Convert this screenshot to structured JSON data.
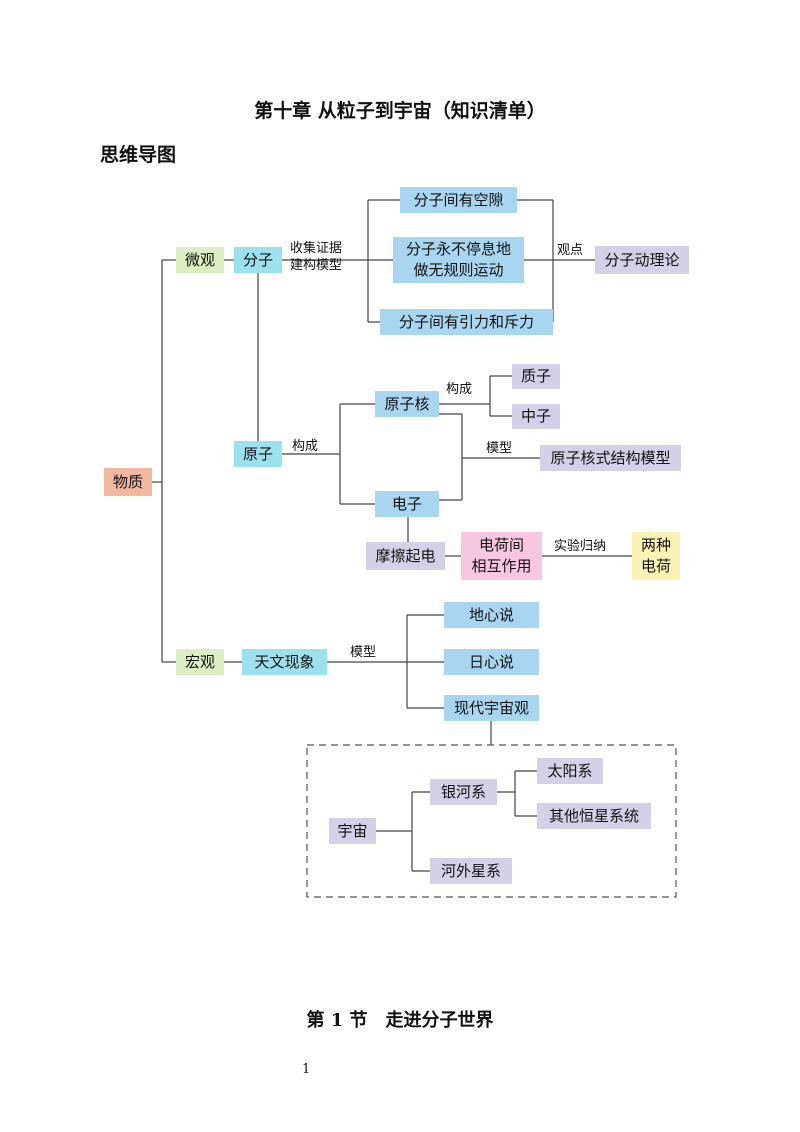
{
  "page": {
    "title": "第十章 从粒子到宇宙（知识清单）",
    "subtitle": "思维导图",
    "section_title": "第 1 节　走进分子世界",
    "page_number": "1"
  },
  "nodes": {
    "matter": "物质",
    "micro": "微观",
    "macro": "宏观",
    "molecule": "分子",
    "atom": "原子",
    "gap": "分子间有空隙",
    "motion": "分子永不停息地\n做无规则运动",
    "force": "分子间有引力和斥力",
    "kinetic_theory": "分子动理论",
    "nucleus": "原子核",
    "proton": "质子",
    "neutron": "中子",
    "nuclear_model": "原子核式结构模型",
    "electron": "电子",
    "friction": "摩擦起电",
    "charge_interaction": "电荷间\n相互作用",
    "two_charges": "两种\n电荷",
    "astronomy": "天文现象",
    "geocentric": "地心说",
    "heliocentric": "日心说",
    "modern_universe": "现代宇宙观",
    "universe": "宇宙",
    "milky_way": "银河系",
    "solar_system": "太阳系",
    "other_stars": "其他恒星系统",
    "extragalactic": "河外星系"
  },
  "labels": {
    "evidence": "收集证据\n建构模型",
    "viewpoint": "观点",
    "compose_1": "构成",
    "compose_2": "构成",
    "model_1": "模型",
    "experiment": "实验归纳",
    "model_2": "模型"
  },
  "colors": {
    "matter": "#f2b8a0",
    "micro_macro": "#dcefc2",
    "molecule_atom": "#9ee1ee",
    "property": "#a8d5f0",
    "concept": "#d3d0e8",
    "interaction": "#f7c6e0",
    "conclusion": "#fbf3b6"
  }
}
